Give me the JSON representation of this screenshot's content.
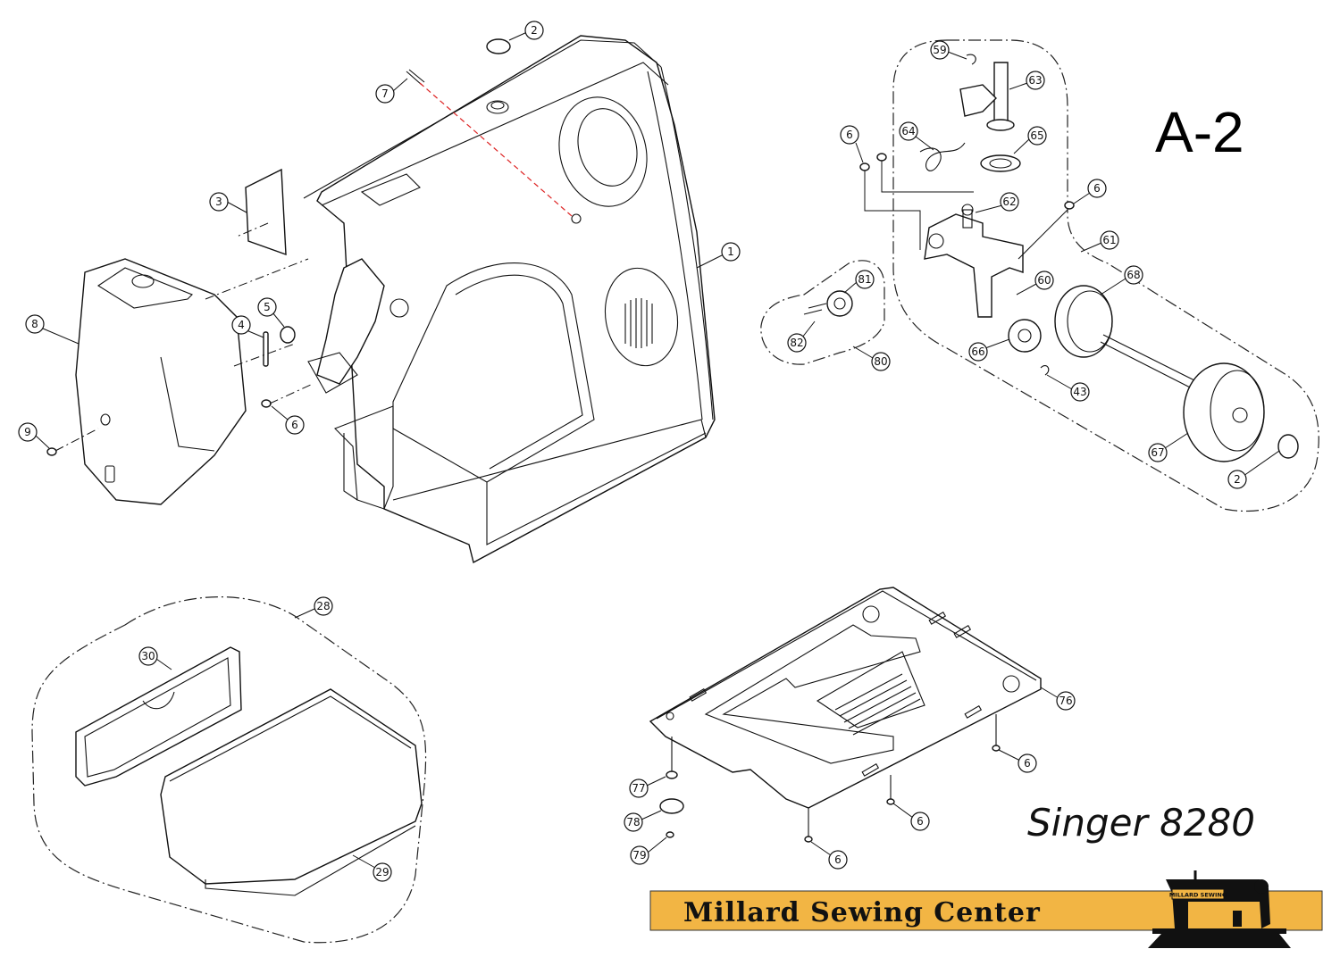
{
  "diagram": {
    "sheet_label": "A-2",
    "model_label": "Singer 8280",
    "brand_banner": "Millard Sewing Center",
    "logo_plate_text": "MILLARD SEWING",
    "banner_color": "#F2B544"
  },
  "callouts": {
    "c1": "1",
    "c2a": "2",
    "c2b": "2",
    "c3": "3",
    "c4": "4",
    "c5": "5",
    "c6a": "6",
    "c6b": "6",
    "c6c": "6",
    "c6d": "6",
    "c6e": "6",
    "c6f": "6",
    "c7": "7",
    "c8": "8",
    "c9": "9",
    "c28": "28",
    "c29": "29",
    "c30": "30",
    "c43": "43",
    "c59": "59",
    "c60": "60",
    "c61": "61",
    "c62": "62",
    "c63": "63",
    "c64": "64",
    "c65": "65",
    "c66": "66",
    "c67": "67",
    "c68": "68",
    "c76": "76",
    "c77": "77",
    "c78": "78",
    "c79": "79",
    "c80": "80",
    "c81": "81",
    "c82": "82"
  }
}
